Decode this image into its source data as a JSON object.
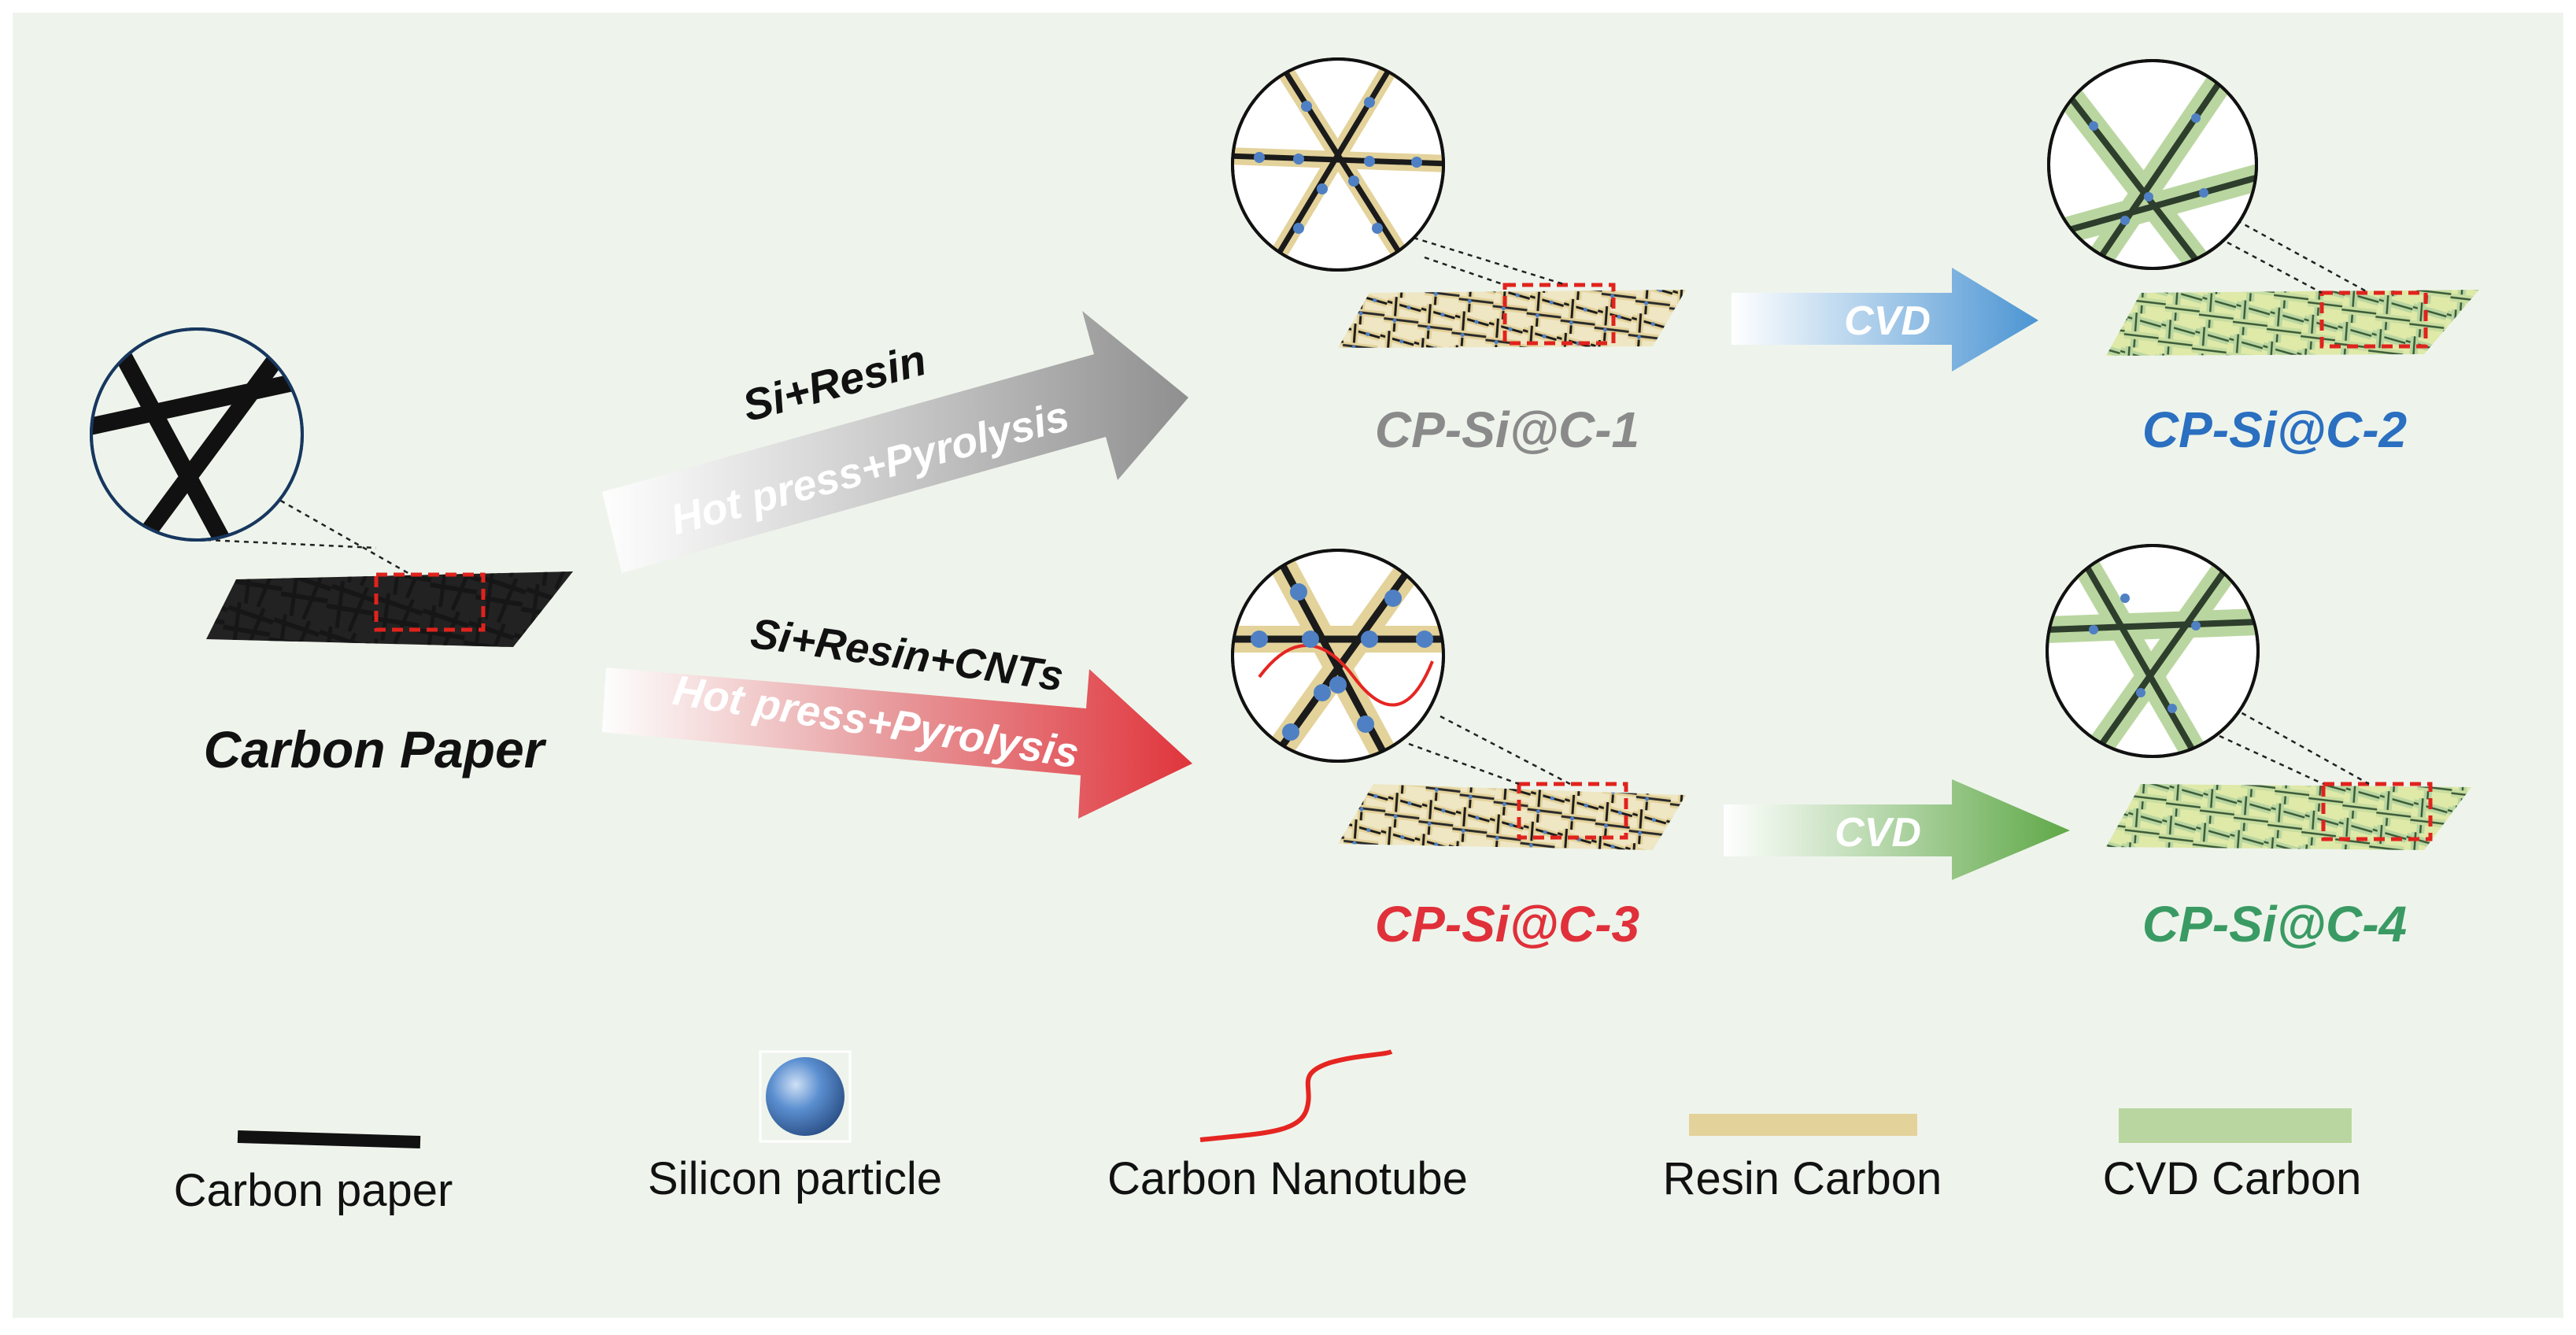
{
  "colors": {
    "background": "#eef4ec",
    "fiber": "#1b1b1b",
    "silicon": "#4f80c4",
    "cnt": "#e52521",
    "resin_carbon": "#e3d29a",
    "cvd_carbon": "#b9d6a0",
    "zoom_box": "#e0231d",
    "grey_label": "#8a8a8a",
    "blue_label": "#2a6fc0",
    "red_label": "#e0303a",
    "green_label": "#3a9a63"
  },
  "start": {
    "label": "Carbon Paper"
  },
  "routes": {
    "top": {
      "reagent": "Si+Resin",
      "process": "Hot press+Pyrolysis"
    },
    "bottom": {
      "reagent": "Si+Resin+CNTs",
      "process": "Hot press+Pyrolysis"
    }
  },
  "products": {
    "p1": "CP-Si@C-1",
    "p2": "CP-Si@C-2",
    "p3": "CP-Si@C-3",
    "p4": "CP-Si@C-4"
  },
  "cvd": {
    "top": "CVD",
    "bottom": "CVD"
  },
  "legend": [
    {
      "label": "Carbon paper",
      "icon": "carbon-paper-line"
    },
    {
      "label": "Silicon particle",
      "icon": "silicon-sphere"
    },
    {
      "label": "Carbon Nanotube",
      "icon": "cnt-curve"
    },
    {
      "label": "Resin Carbon",
      "icon": "resin-bar"
    },
    {
      "label": "CVD Carbon",
      "icon": "cvd-bar"
    }
  ]
}
